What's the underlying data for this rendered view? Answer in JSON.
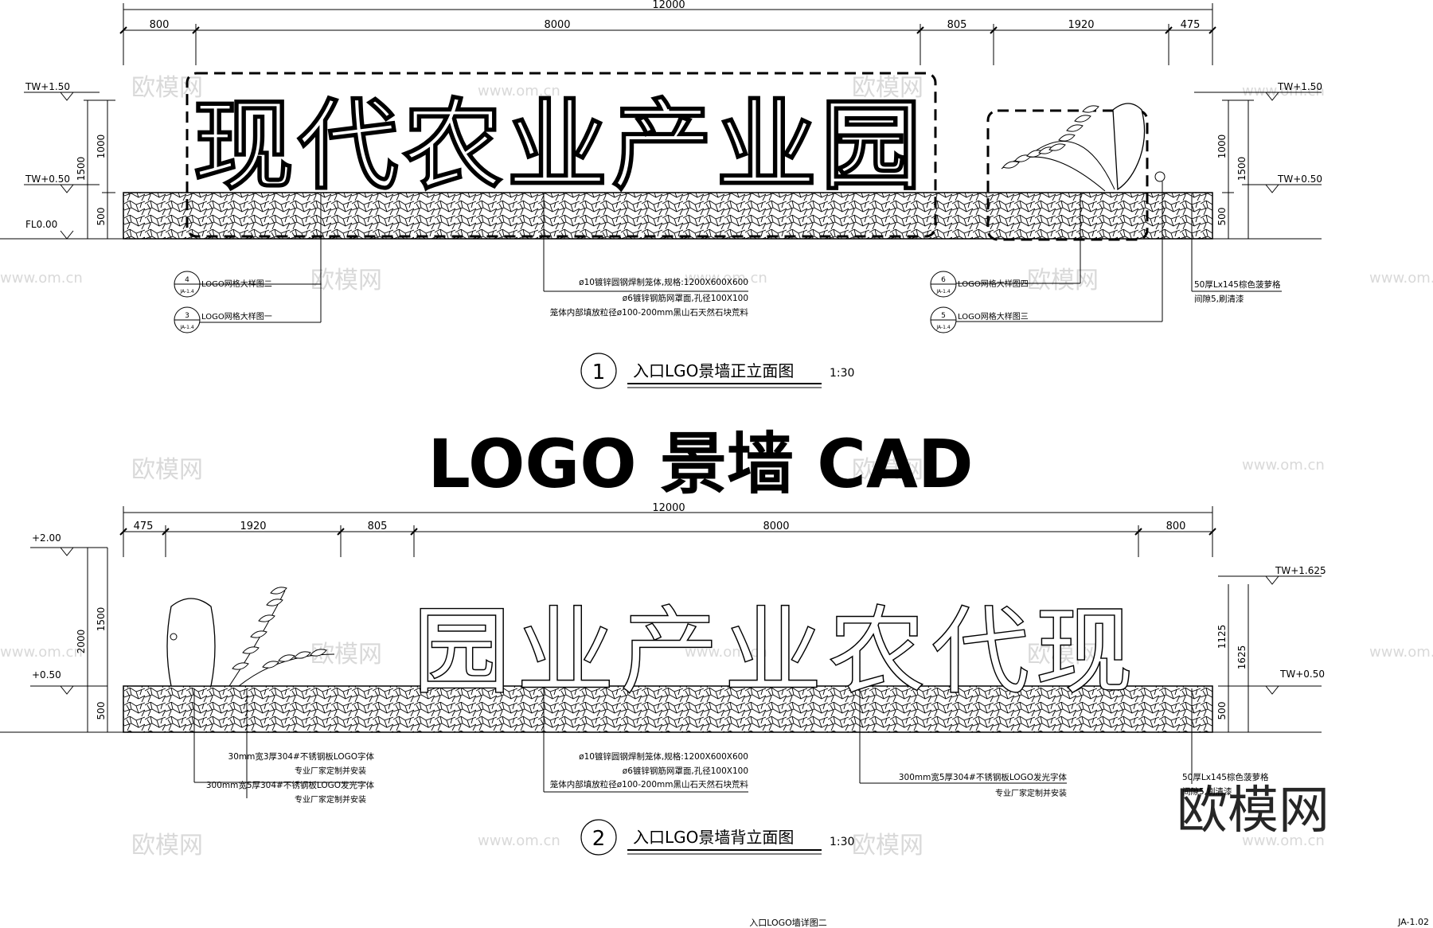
{
  "overall_dim_top": "12000",
  "top_dims": [
    "800",
    "8000",
    "805",
    "1920",
    "475"
  ],
  "overall_dim_bottom": "12000",
  "bottom_dims": [
    "475",
    "1920",
    "805",
    "8000",
    "800"
  ],
  "front": {
    "left_levels": [
      "TW+1.50",
      "TW+0.50",
      "FL0.00"
    ],
    "left_heights": [
      "1000",
      "1500",
      "500"
    ],
    "right_levels": [
      "TW+1.50",
      "TW+0.50"
    ],
    "right_heights": [
      "1000",
      "1500",
      "500"
    ],
    "sign_text": "现代农业产业园",
    "callout_center": [
      "ø10镀锌圆钢焊制笼体,规格:1200X600X600",
      "ø6镀锌钢筋网罩面,孔径100X100",
      "笼体内部填放粒径ø100-200mm黑山石天然石块荒料"
    ],
    "callout_left": [
      {
        "num": "4",
        "sheet": "JA-1.4",
        "label": "LOGO网格大样图二"
      },
      {
        "num": "3",
        "sheet": "JA-1.4",
        "label": "LOGO网格大样图一"
      }
    ],
    "callout_right": [
      {
        "num": "6",
        "sheet": "JA-1.4",
        "label": "LOGO网格大样图四"
      },
      {
        "num": "5",
        "sheet": "JA-1.4",
        "label": "LOGO网格大样图三"
      }
    ],
    "callout_far_right": [
      "50厚Lx145棕色菠萝格",
      "间隙5,刷清漆"
    ],
    "title_num": "1",
    "title": "入口LGO景墙正立面图",
    "scale": "1:30"
  },
  "main_title": "LOGO 景墙 CAD",
  "back": {
    "left_levels": [
      "+2.00",
      "+0.50"
    ],
    "left_heights": [
      "1500",
      "2000",
      "500"
    ],
    "right_levels": [
      "TW+1.625",
      "TW+0.50"
    ],
    "right_heights": [
      "1125",
      "1625",
      "500"
    ],
    "sign_text": "园业产业农代现",
    "callout_left": [
      "30mm宽3厚304#不锈钢板LOGO字体",
      "专业厂家定制并安装",
      "300mm宽5厚304#不锈钢板LOGO发光字体",
      "专业厂家定制并安装"
    ],
    "callout_center": [
      "ø10镀锌圆钢焊制笼体,规格:1200X600X600",
      "ø6镀锌钢筋网罩面,孔径100X100",
      "笼体内部填放粒径ø100-200mm黑山石天然石块荒料"
    ],
    "callout_right": [
      "300mm宽5厚304#不锈钢板LOGO发光字体",
      "专业厂家定制并安装"
    ],
    "callout_far_right": [
      "50厚Lx145棕色菠萝格",
      "间隙5,刷清漆"
    ],
    "title_num": "2",
    "title": "入口LGO景墙背立面图",
    "scale": "1:30"
  },
  "watermark_logo": "欧模网",
  "watermark_url": "www.om.cn",
  "footer_title": "入口LOGO墙详图二",
  "sheet_no": "JA-1.02"
}
